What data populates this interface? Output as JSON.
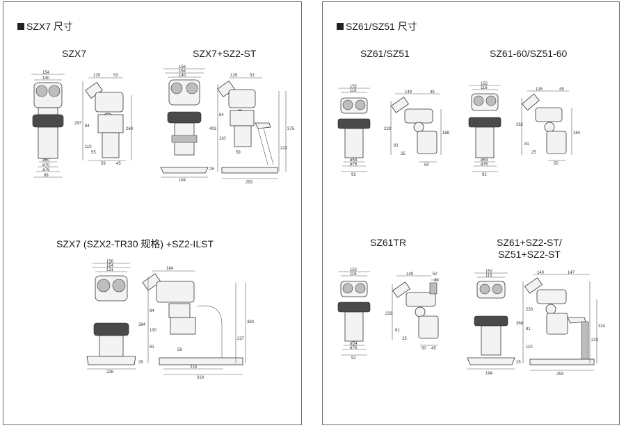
{
  "left": {
    "section_title": "SZX7 尺寸",
    "labels": {
      "szx7": "SZX7",
      "szx7_st": "SZX7+SZ2-ST",
      "szx7_ilst": "SZX7 (SZX2-TR30 规格) +SZ2-ILST"
    },
    "dims": {
      "szx7_front": [
        "154",
        "140",
        "ø60",
        "ø70",
        "ø76",
        "88"
      ],
      "szx7_side": [
        "129",
        "53",
        "297",
        "84",
        "260",
        "110",
        "55",
        "59",
        "45"
      ],
      "szx7st_front": [
        "156",
        "154",
        "140",
        "194"
      ],
      "szx7st_side": [
        "129",
        "53",
        "84",
        "403",
        "110",
        "59",
        "375",
        "223",
        "25",
        "253"
      ],
      "ilst_front": [
        "156",
        "154",
        "131",
        "226"
      ],
      "ilst_side": [
        "184",
        "84",
        "130",
        "384",
        "81",
        "59",
        "383",
        "237",
        "25",
        "215",
        "318"
      ]
    }
  },
  "right": {
    "section_title": "SZ61/SZ51 尺寸",
    "labels": {
      "sz61": "SZ61/SZ51",
      "sz61_60": "SZ61-60/SZ51-60",
      "sz61tr": "SZ61TR",
      "sz61_st_1": "SZ61+SZ2-ST/",
      "sz61_st_2": "SZ51+SZ2-ST"
    },
    "dims": {
      "sz61_front": [
        "152",
        "116",
        "ø54",
        "ø76",
        "92"
      ],
      "sz61_side": [
        "149",
        "45",
        "233",
        "188",
        "81",
        "25",
        "50"
      ],
      "sz6160_front": [
        "152",
        "116",
        "ø54",
        "ø76",
        "92"
      ],
      "sz6160_side": [
        "128",
        "45",
        "262",
        "184",
        "81",
        "25",
        "50"
      ],
      "sz61tr_front": [
        "152",
        "116",
        "ø54",
        "ø76",
        "92"
      ],
      "sz61tr_side": [
        "149",
        "52",
        "30",
        "233",
        "81",
        "25",
        "50",
        "45"
      ],
      "sz61st_front": [
        "152",
        "116",
        "194"
      ],
      "sz61st_side": [
        "140",
        "147",
        "368",
        "233",
        "324",
        "81",
        "223",
        "110",
        "25",
        "253"
      ]
    }
  }
}
